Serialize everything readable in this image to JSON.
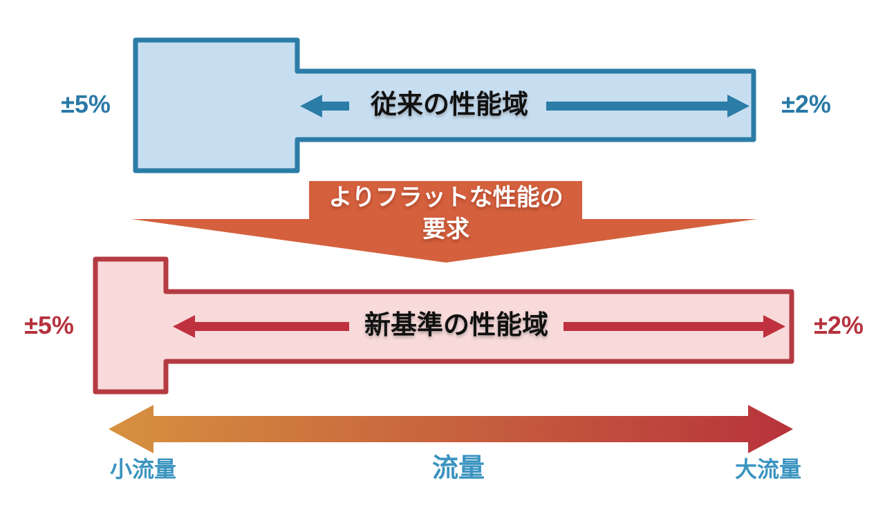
{
  "diagram": {
    "title_implicit": "",
    "top_band": {
      "label": "従来の性能域",
      "left_tolerance": "±5%",
      "right_tolerance": "±2%"
    },
    "transition": {
      "line1": "よりフラットな性能の",
      "line2": "要求"
    },
    "bottom_band": {
      "label": "新基準の性能域",
      "left_tolerance": "±5%",
      "right_tolerance": "±2%"
    },
    "flow_axis": {
      "left_label": "小流量",
      "center_label": "流量",
      "right_label": "大流量"
    },
    "colors": {
      "blue_band_fill": "#c7def1",
      "blue_band_border": "#2b7ca6",
      "blue_arrow": "#2b7ca6",
      "blue_tolerance_text": "#2979a6",
      "banner_orange": "#d4603e",
      "banner_text": "#ffffff",
      "red_band_fill": "#f8dada",
      "red_band_border": "#b53b43",
      "red_arrow": "#c0313f",
      "red_tolerance_text": "#b5323e",
      "flow_gradient_left": "#d6913f",
      "flow_gradient_right": "#b8333c",
      "flow_label_text": "#3b94c0",
      "band_label_text": "#111111"
    }
  }
}
